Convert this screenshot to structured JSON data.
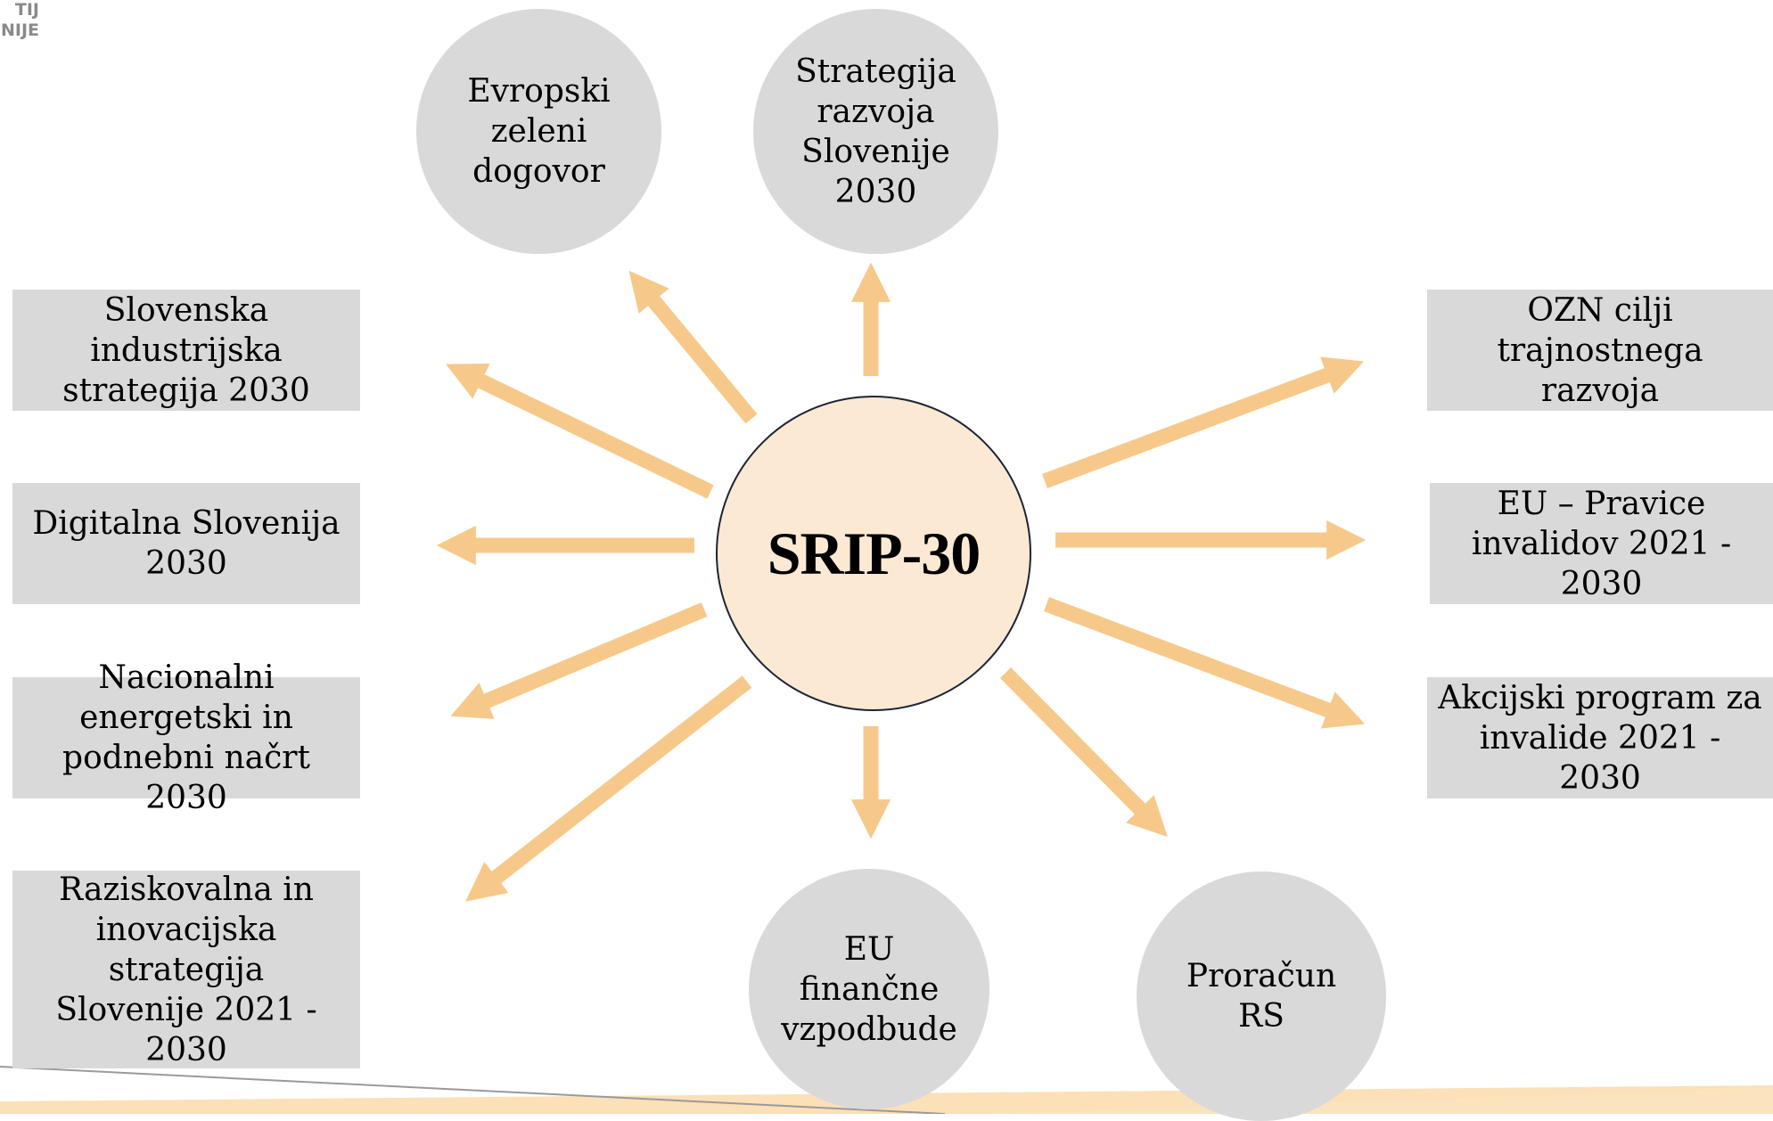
{
  "logo": {
    "line1": "TIJ",
    "line2": "NIJE"
  },
  "colors": {
    "arrow": "#f6c98a",
    "node_fill": "#d9d9d9",
    "hub_fill": "#fbe9d3",
    "hub_border": "#1c2437",
    "stripe": "#f7c67e"
  },
  "hub": {
    "label": "SRIP-30"
  },
  "left_boxes": [
    {
      "label": "Slovenska\nindustrijska\nstrategija 2030"
    },
    {
      "label": "Digitalna Slovenija\n2030"
    },
    {
      "label": "Nacionalni\nenergetski in\npodnebni načrt 2030"
    },
    {
      "label": "Raziskovalna in\ninovacijska strategija\nSlovenije 2021 - 2030"
    }
  ],
  "right_boxes": [
    {
      "label": "OZN cilji\ntrajnostnega razvoja"
    },
    {
      "label": "EU – Pravice\ninvalidov 2021 - 2030"
    },
    {
      "label": "Akcijski program za\ninvalide 2021 - 2030"
    }
  ],
  "top_circles": [
    {
      "label": "Evropski\nzeleni\ndogovor"
    },
    {
      "label": "Strategija\nrazvoja\nSlovenije\n2030"
    }
  ],
  "bottom_circles": [
    {
      "label": "EU\nfinančne\nvzpodbude"
    },
    {
      "label": "Proračun\nRS"
    }
  ]
}
